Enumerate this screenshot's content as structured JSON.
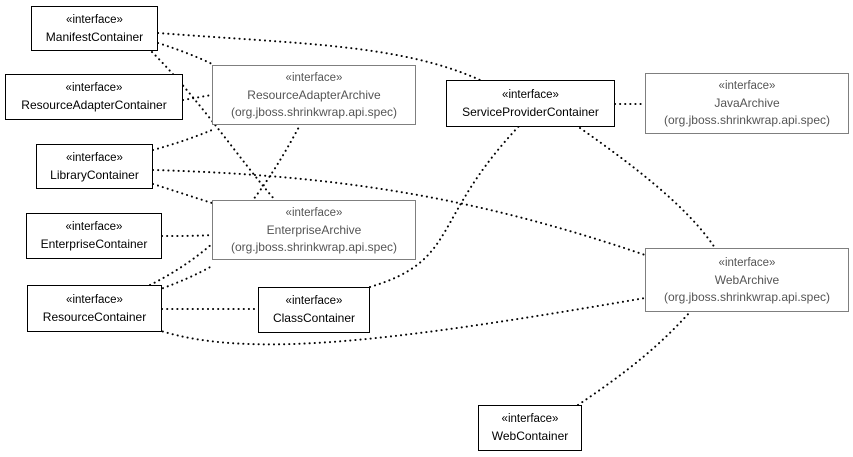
{
  "diagram": {
    "nodes": {
      "manifest": {
        "stereotype": "«interface»",
        "name": "ManifestContainer"
      },
      "resource_adapter_container": {
        "stereotype": "«interface»",
        "name": "ResourceAdapterContainer"
      },
      "library": {
        "stereotype": "«interface»",
        "name": "LibraryContainer"
      },
      "enterprise_container": {
        "stereotype": "«interface»",
        "name": "EnterpriseContainer"
      },
      "resource": {
        "stereotype": "«interface»",
        "name": "ResourceContainer"
      },
      "rar": {
        "stereotype": "«interface»",
        "name": "ResourceAdapterArchive",
        "package": "(org.jboss.shrinkwrap.api.spec)"
      },
      "ear": {
        "stereotype": "«interface»",
        "name": "EnterpriseArchive",
        "package": "(org.jboss.shrinkwrap.api.spec)"
      },
      "classc": {
        "stereotype": "«interface»",
        "name": "ClassContainer"
      },
      "spc": {
        "stereotype": "«interface»",
        "name": "ServiceProviderContainer"
      },
      "jar": {
        "stereotype": "«interface»",
        "name": "JavaArchive",
        "package": "(org.jboss.shrinkwrap.api.spec)"
      },
      "war": {
        "stereotype": "«interface»",
        "name": "WebArchive",
        "package": "(org.jboss.shrinkwrap.api.spec)"
      },
      "webc": {
        "stereotype": "«interface»",
        "name": "WebContainer"
      }
    },
    "edges": [
      {
        "from": "manifest",
        "to": "spc"
      },
      {
        "from": "manifest",
        "to": "rar"
      },
      {
        "from": "manifest",
        "to": "ear"
      },
      {
        "from": "resource_adapter_container",
        "to": "rar"
      },
      {
        "from": "library",
        "to": "rar"
      },
      {
        "from": "library",
        "to": "ear"
      },
      {
        "from": "library",
        "to": "war"
      },
      {
        "from": "enterprise_container",
        "to": "ear"
      },
      {
        "from": "resource",
        "to": "rar"
      },
      {
        "from": "resource",
        "to": "ear"
      },
      {
        "from": "resource",
        "to": "classc"
      },
      {
        "from": "resource",
        "to": "war"
      },
      {
        "from": "classc",
        "to": "spc"
      },
      {
        "from": "spc",
        "to": "jar"
      },
      {
        "from": "spc",
        "to": "war"
      },
      {
        "from": "webc",
        "to": "war"
      }
    ]
  }
}
